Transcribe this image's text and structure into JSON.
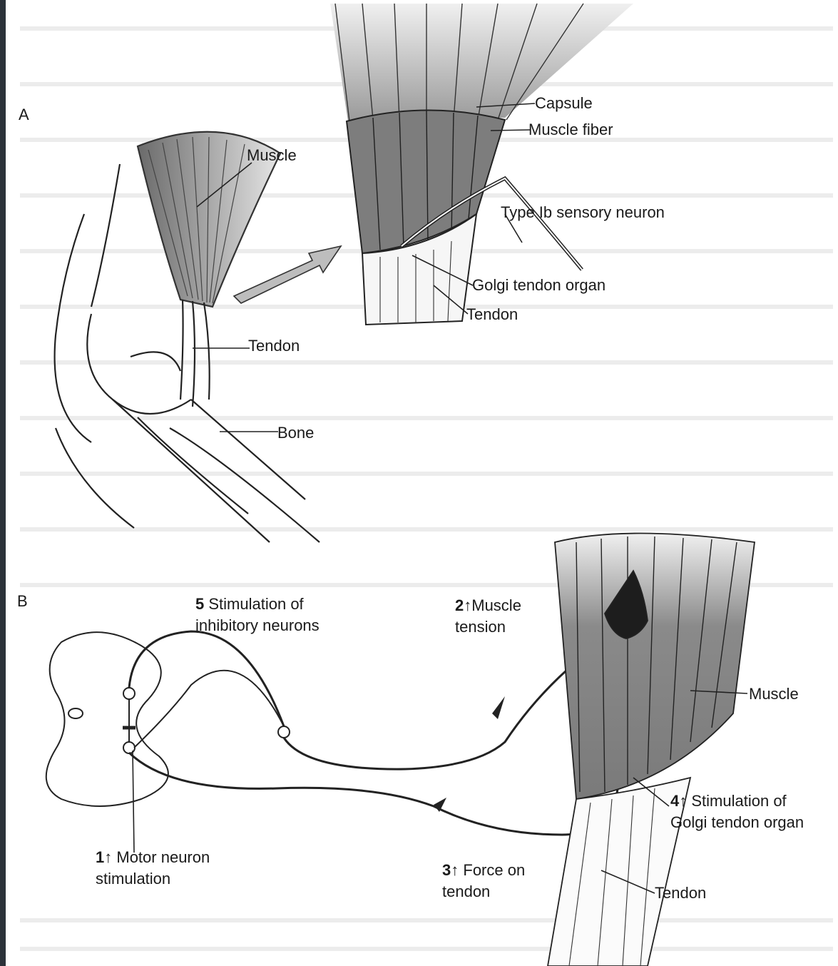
{
  "panels": {
    "a": "A",
    "b": "B"
  },
  "panel_a": {
    "muscle": "Muscle",
    "tendon": "Tendon",
    "bone": "Bone",
    "capsule": "Capsule",
    "muscle_fiber": "Muscle fiber",
    "type_ib": "Type Ib sensory neuron",
    "golgi": "Golgi tendon organ",
    "tendon_detail": "Tendon"
  },
  "panel_b": {
    "step1_num": "1↑",
    "step1_text": "Motor neuron",
    "step1_text2": "stimulation",
    "step2_num": "2↑",
    "step2_text": "Muscle",
    "step2_text2": "tension",
    "step3_num": "3↑",
    "step3_text": "Force on",
    "step3_text2": "tendon",
    "step4_num": "4↑",
    "step4_text": "Stimulation of",
    "step4_text2": "Golgi tendon organ",
    "step5_num": "5",
    "step5_text": "Stimulation of",
    "step5_text2": "inhibitory neurons",
    "muscle": "Muscle",
    "tendon": "Tendon"
  }
}
